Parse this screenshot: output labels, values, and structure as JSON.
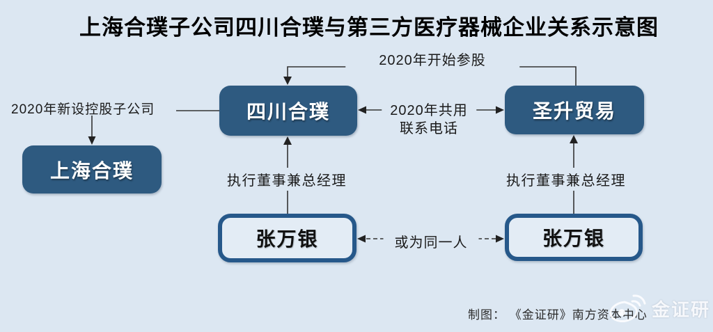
{
  "title": "上海合璞子公司四川合璞与第三方医疗器械企业关系示意图",
  "nodes": {
    "shanghai_hepu": {
      "label": "上海合璞"
    },
    "sichuan_hepu": {
      "label": "四川合璞"
    },
    "shengsheng_trade": {
      "label": "圣升贸易"
    },
    "zhang_wanyin_left": {
      "label": "张万银"
    },
    "zhang_wanyin_right": {
      "label": "张万银"
    }
  },
  "edges": {
    "new_holding_subsidiary": {
      "label": "2020年新设控股子公司"
    },
    "start_equity": {
      "label": "2020年开始参股"
    },
    "shared_phone": {
      "line1": "2020年共用",
      "line2": "联系电话"
    },
    "exec_director_left": {
      "label": "执行董事兼总经理"
    },
    "exec_director_right": {
      "label": "执行董事兼总经理"
    },
    "same_person": {
      "label": "或为同一人"
    }
  },
  "footer": {
    "credit": "制图： 《金证研》南方资本中心",
    "watermark": "金证研"
  },
  "colors": {
    "background": "#dce7f2",
    "node_fill": "#2e5a80",
    "node_border": "#26588a",
    "line": "#333333",
    "node_text": "#ffffff"
  }
}
